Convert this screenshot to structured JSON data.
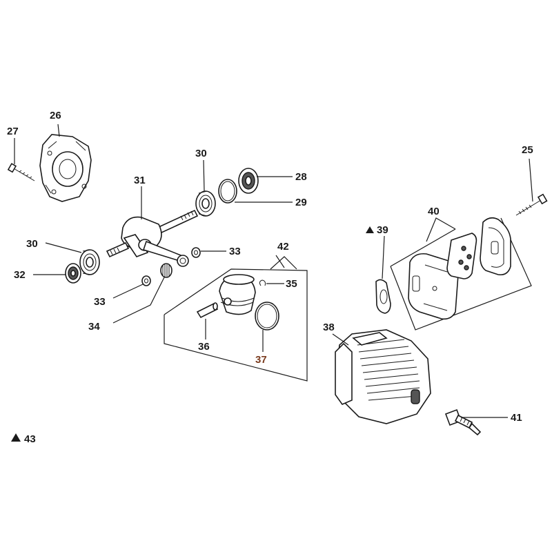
{
  "callouts": {
    "c27": "27",
    "c26": "26",
    "c30a": "30",
    "c31": "31",
    "c28": "28",
    "c29": "29",
    "c30b": "30",
    "c32": "32",
    "c33a": "33",
    "c33b": "33",
    "c34": "34",
    "c42": "42",
    "c35": "35",
    "c36": "36",
    "c37": "37",
    "c39": "39",
    "c40": "40",
    "c25": "25",
    "c38": "38",
    "c41": "41",
    "c43": "43"
  },
  "colors": {
    "ink": "#1a1a1a",
    "highlight": "#7a3b1e",
    "background": "#ffffff"
  },
  "icons": {
    "triangle-marker": "filled-triangle"
  }
}
